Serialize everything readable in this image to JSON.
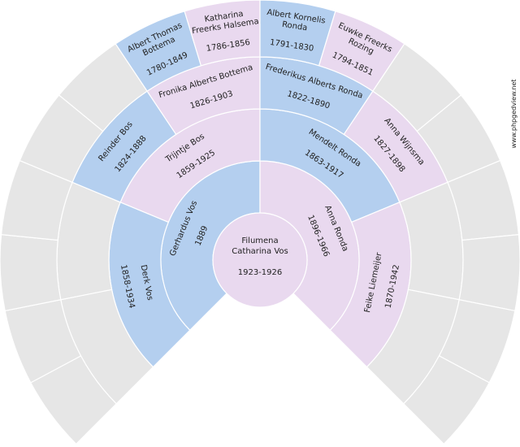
{
  "colors": {
    "male": "#b4cfef",
    "female": "#e9d9ef",
    "empty": "#e6e6e6"
  },
  "site": "www.phpgedview.net",
  "root": {
    "name": [
      "Filumena",
      "Catharina Vos"
    ],
    "dates": "1923-1926",
    "sex": "F"
  },
  "generations": [
    {
      "people": [
        {
          "id": "gerhardus",
          "name": [
            "Gerhardus Vos"
          ],
          "dates": "1889",
          "sex": "M"
        },
        {
          "id": "anna",
          "name": [
            "Anna Ronda"
          ],
          "dates": "1896-1966",
          "sex": "F"
        }
      ]
    },
    {
      "people": [
        {
          "id": "derk",
          "name": [
            "Derk Vos"
          ],
          "dates": "1858-1934",
          "sex": "M"
        },
        {
          "id": "trijntje",
          "name": [
            "Trijntje Bos"
          ],
          "dates": "1859-1925",
          "sex": "F"
        },
        {
          "id": "mendelt",
          "name": [
            "Mendelt Ronda"
          ],
          "dates": "1863-1917",
          "sex": "M"
        },
        {
          "id": "feike",
          "name": [
            "Feike Liemeijer"
          ],
          "dates": "1870-1942",
          "sex": "F"
        }
      ]
    },
    {
      "people": [
        null,
        null,
        {
          "id": "reinder",
          "name": [
            "Reinder Bos"
          ],
          "dates": "1824-1888",
          "sex": "M"
        },
        {
          "id": "fronika",
          "name": [
            "Fronika Alberts Bottema"
          ],
          "dates": "1826-1903",
          "sex": "F"
        },
        {
          "id": "frederikus",
          "name": [
            "Frederikus Alberts Ronda"
          ],
          "dates": "1822-1890",
          "sex": "M"
        },
        {
          "id": "anna-wijnsma",
          "name": [
            "Anna Wijnsma"
          ],
          "dates": "1827-1898",
          "sex": "F"
        },
        null,
        null
      ]
    },
    {
      "people": [
        null,
        null,
        null,
        null,
        null,
        null,
        {
          "id": "albert-thomas",
          "name": [
            "Albert Thomas",
            "Bottema"
          ],
          "dates": "1780-1849",
          "sex": "M"
        },
        {
          "id": "katharina",
          "name": [
            "Katharina",
            "Freerks Halsema"
          ],
          "dates": "1786-1856",
          "sex": "F"
        },
        {
          "id": "albert-kornelis",
          "name": [
            "Albert Kornelis",
            "Ronda"
          ],
          "dates": "1791-1830",
          "sex": "M"
        },
        {
          "id": "euwke",
          "name": [
            "Euwke Freerks",
            "Rozing"
          ],
          "dates": "1794-1851",
          "sex": "F"
        },
        null,
        null,
        null,
        null,
        null,
        null
      ]
    }
  ]
}
